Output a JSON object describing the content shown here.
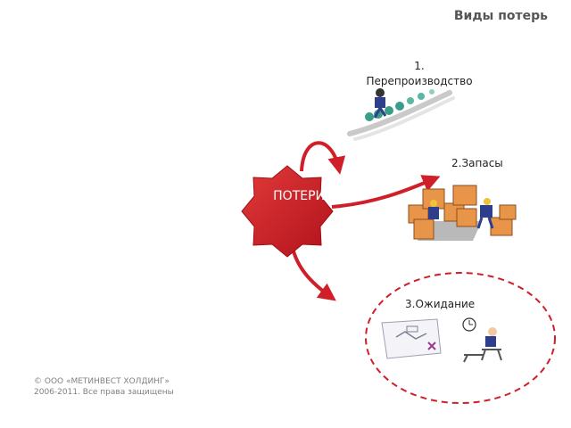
{
  "header": {
    "title": "Виды потерь"
  },
  "center": {
    "label": "ПОТЕРИ"
  },
  "items": [
    {
      "label": "1. Перепроизводство",
      "icon": "overproduction-conveyor-icon"
    },
    {
      "label": "2.Запасы",
      "icon": "inventory-boxes-icon"
    },
    {
      "label": "3.Ожидание",
      "icon": "waiting-person-icon"
    }
  ],
  "footer": {
    "copyright": "© ООО «МЕТИНВЕСТ ХОЛДИНГ» 2006-2011. Все права защищены"
  },
  "colors": {
    "accent": "#d11f2a",
    "highlight_ring": "#d11f2a",
    "box": "#e8954a"
  }
}
